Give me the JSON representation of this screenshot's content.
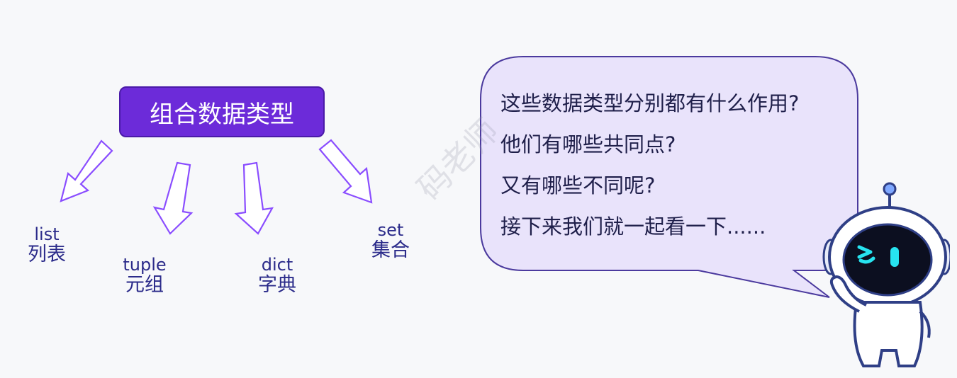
{
  "title": "组合数据类型",
  "types": [
    {
      "en": "list",
      "zh": "列表"
    },
    {
      "en": "tuple",
      "zh": "元组"
    },
    {
      "en": "dict",
      "zh": "字典"
    },
    {
      "en": "set",
      "zh": "集合"
    }
  ],
  "speech": {
    "lines": [
      "这些数据类型分别都有什么作用?",
      "他们有哪些共同点?",
      "又有哪些不同呢?",
      "接下来我们就一起看一下......"
    ]
  },
  "watermark": "码老师",
  "colors": {
    "title_bg": "#6c2bd9",
    "arrow_stroke": "#8a4dff",
    "bubble_fill": "#e9e3fb",
    "bubble_stroke": "#4b3a9e",
    "text": "#2b2b8a"
  }
}
